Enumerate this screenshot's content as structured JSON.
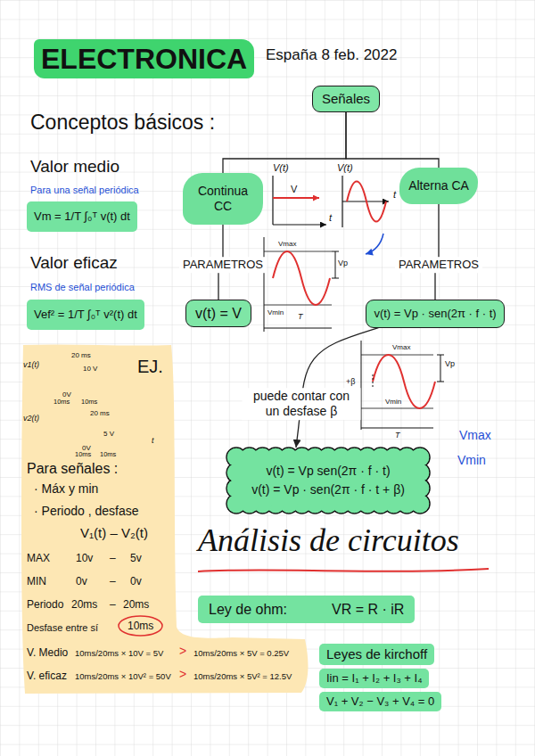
{
  "diagram": {
    "title": "ELECTRONICA",
    "nodes": [
      {
        "text": [
          "Señales"
        ]
      },
      {
        "text": [
          "Continua CC"
        ]
      },
      {
        "text": [
          "Alterna CA"
        ]
      },
      {
        "text": [
          "Vm = 1/T ∫₀ᵀ v(t) dt"
        ]
      },
      {
        "text": [
          "Vef² = 1/T ∫₀ᵀ v²(t) dt"
        ]
      },
      {
        "text": [
          "v(t) = V"
        ]
      },
      {
        "text": [
          "v(t) = Vp · sen(2π · f · t)"
        ]
      },
      {
        "text": [
          "EJ.",
          "Para señales :",
          "· Máx y min",
          "· Periodo , desfase",
          "V₁(t) – V₂(t)",
          "MAX",
          "10v",
          "–",
          "5v",
          "MIN",
          "0v",
          "–",
          "0v",
          "Periodo",
          "20ms",
          "–",
          "20ms",
          "Desfase entre sí",
          "V. Medio",
          "10ms/20ms × 10V = 5V",
          ">",
          "10ms/20ms × 5V = 0.25V",
          "V. eficaz",
          "10ms/20ms × 10V² = 50V",
          ">",
          "10ms/20ms × 5V² = 12.5V"
        ]
      },
      {
        "text": [
          "10ms"
        ],
        "in": 7
      },
      {
        "text": [
          "v(t) = Vp sen(2π · f · t)",
          "v(t) = Vp · sen(2π · f · t + β)"
        ]
      },
      {
        "text": [
          "Ley de ohm:",
          "VR = R · iR"
        ]
      },
      {
        "text": [
          "Leyes de kirchoff"
        ]
      },
      {
        "text": [
          "Iin = I₁ + I₂ + I₃ + I₄"
        ]
      },
      {
        "text": [
          "V₁ + V₂ − V₃ + V₄ = 0"
        ]
      }
    ],
    "edges": [
      {
        "from": 0,
        "to": 1,
        "arrow": "none"
      },
      {
        "from": 0,
        "to": 2,
        "arrow": "none"
      },
      {
        "from": 1,
        "to": 5,
        "label": "PARAMETROS",
        "arrow": "none"
      },
      {
        "from": 2,
        "to": 6,
        "label": "PARAMETROS",
        "arrow": "none"
      },
      {
        "from": 6,
        "to": 9,
        "label": "puede contar con un desfase β",
        "arrow": "to"
      }
    ],
    "labels": [
      "España 8 feb. 2022",
      "Conceptos básicos :",
      "Valor medio",
      "Para una señal periódica",
      "Valor eficaz",
      "RMS de señal periódica",
      "v1(t)",
      "20 ms",
      "10 V",
      "0V",
      "10ms",
      "10ms",
      "v2(t)",
      "20 ms",
      "5 V",
      "0V",
      "10ms",
      "10ms",
      "t",
      "V(t)",
      "V",
      "t",
      "V(t)",
      "t",
      "Vmax",
      "Vp",
      "Vmin",
      "T",
      "Vmax",
      "Vp",
      "+β",
      "Vmin",
      "T",
      "Vmax",
      "Vmin",
      "Análisis de circuitos"
    ]
  }
}
